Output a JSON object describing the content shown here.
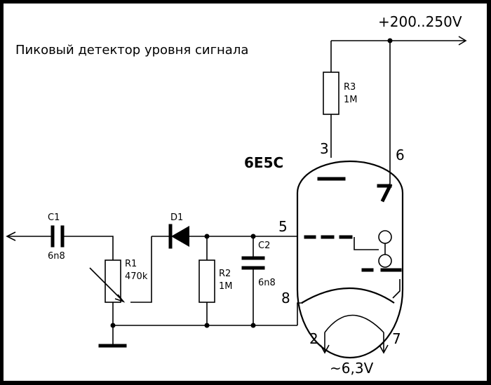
{
  "title": "Пиковый детектор уровня сигнала",
  "supply": "+200..250V",
  "heater": "~6,3V",
  "tube": {
    "name": "6E5C",
    "pins": [
      "3",
      "6",
      "5",
      "8",
      "2",
      "7"
    ]
  },
  "components": [
    {
      "ref": "C1",
      "value": "6n8"
    },
    {
      "ref": "R1",
      "value": "470k"
    },
    {
      "ref": "D1",
      "value": ""
    },
    {
      "ref": "R2",
      "value": "1M"
    },
    {
      "ref": "C2",
      "value": "6n8"
    },
    {
      "ref": "R3",
      "value": "1M"
    }
  ]
}
